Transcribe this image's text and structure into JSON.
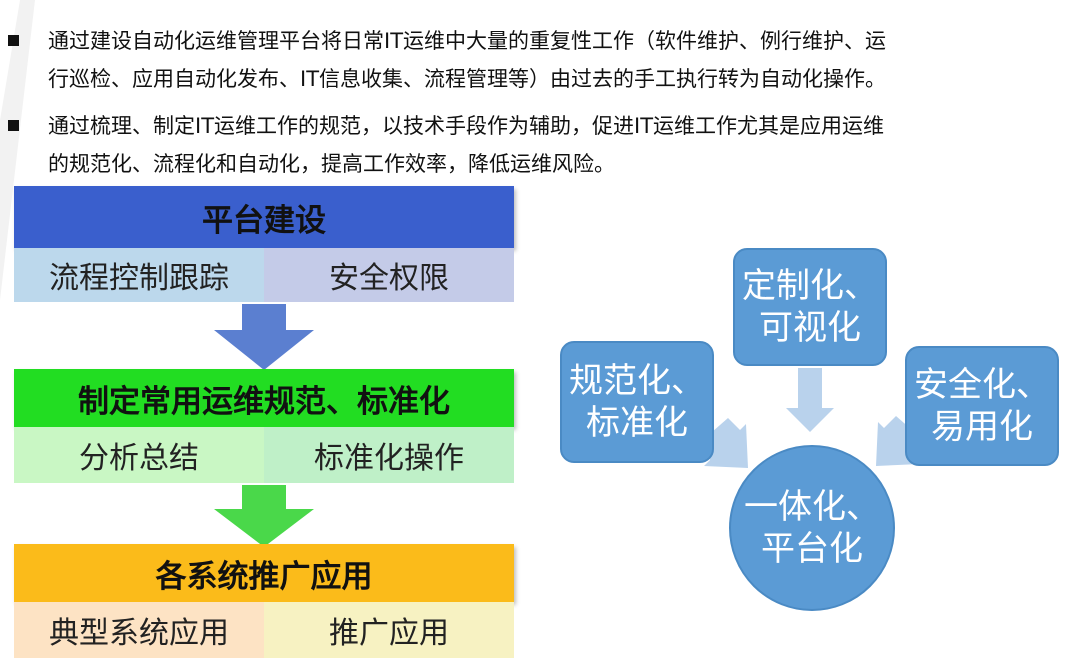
{
  "bullets": [
    {
      "line1": "通过建设自动化运维管理平台将日常IT运维中大量的重复性工作（软件维护、例行维护、运",
      "line2": "行巡检、应用自动化发布、IT信息收集、流程管理等）由过去的手工执行转为自动化操作。"
    },
    {
      "line1": "通过梳理、制定IT运维工作的规范，以技术手段作为辅助，促进IT运维工作尤其是应用运维",
      "line2": "的规范化、流程化和自动化，提高工作效率，降低运维风险。"
    }
  ],
  "flow": [
    {
      "title": "平台建设",
      "left": "流程控制跟踪",
      "right": "安全权限",
      "colors": {
        "title": "#3a5fcd",
        "left": "#bcd8ec",
        "right": "#c4cbe8"
      }
    },
    {
      "title": "制定常用运维规范、标准化",
      "left": "分析总结",
      "right": "标准化操作",
      "colors": {
        "title": "#22dd22",
        "left": "#c9f7c4",
        "right": "#bff0c8"
      }
    },
    {
      "title": "各系统推广应用",
      "left": "典型系统应用",
      "right": "推广应用",
      "colors": {
        "title": "#fbbb1a",
        "left": "#fde3c4",
        "right": "#f7f2c2"
      }
    }
  ],
  "arrow_colors": {
    "blue": "#5b7fd0",
    "green": "#4ad84a"
  },
  "hub": {
    "center": {
      "line1": "一体化、",
      "line2": "平台化"
    },
    "top": {
      "line1": "定制化、",
      "line2": "可视化"
    },
    "left": {
      "line1": "规范化、",
      "line2": "标准化"
    },
    "right": {
      "line1": "安全化、",
      "line2": "易用化"
    },
    "colors": {
      "node": "#5b9bd5",
      "arrow": "#b9d2ec"
    }
  }
}
